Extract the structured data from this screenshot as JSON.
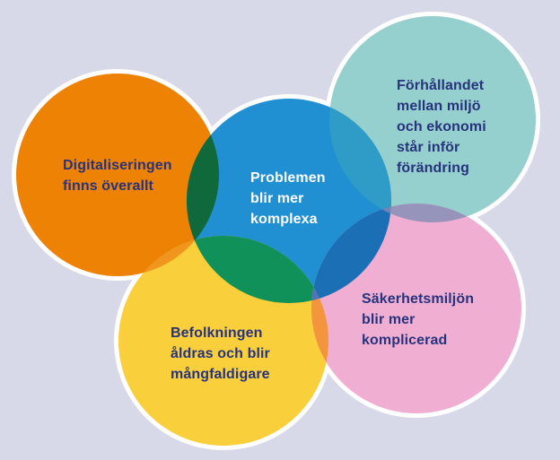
{
  "diagram": {
    "background_color": "#D8D9E8",
    "halo_color": "#FFFFFF",
    "circles": [
      {
        "id": "digitalization",
        "label": "Digitaliseringen\nfinns överallt",
        "color": "#EE8204",
        "text_color": "#27337C"
      },
      {
        "id": "environment-economy",
        "label": "Förhållandet\nmellan miljö\noch ekonomi\nstår inför\nförändring",
        "color": "#95CFCE",
        "text_color": "#27337C"
      },
      {
        "id": "problems-complex",
        "label": "Problemen\nblir mer\nkomplexa",
        "color": "#2090D2",
        "text_color": "#FFFFFF"
      },
      {
        "id": "population-aging",
        "label": "Befolkningen\nåldras och blir\nmångfaldigare",
        "color": "#FACF3C",
        "text_color": "#27337C"
      },
      {
        "id": "security-environment",
        "label": "Säkerhetsmiljön\nblir mer\nkomplicerad",
        "color": "#F0AFD2",
        "text_color": "#27337C"
      }
    ],
    "overlaps": [
      {
        "id": "orange-blue",
        "color": "#0F693B"
      },
      {
        "id": "orange-yellow",
        "color": "#F0961E"
      },
      {
        "id": "blue-teal",
        "color": "#2E9CC6"
      },
      {
        "id": "blue-yellow",
        "color": "#0F9159"
      },
      {
        "id": "blue-pink",
        "color": "#1A6FB5"
      },
      {
        "id": "teal-pink",
        "color": "#9794BB"
      },
      {
        "id": "yellow-pink",
        "color": "#F2953C"
      },
      {
        "id": "orange-blue-yellow",
        "color": "#0A5B33"
      },
      {
        "id": "blue-teal-pink",
        "color": "#7483B5"
      },
      {
        "id": "blue-yellow-pink",
        "color": "#4F74B9"
      }
    ]
  }
}
